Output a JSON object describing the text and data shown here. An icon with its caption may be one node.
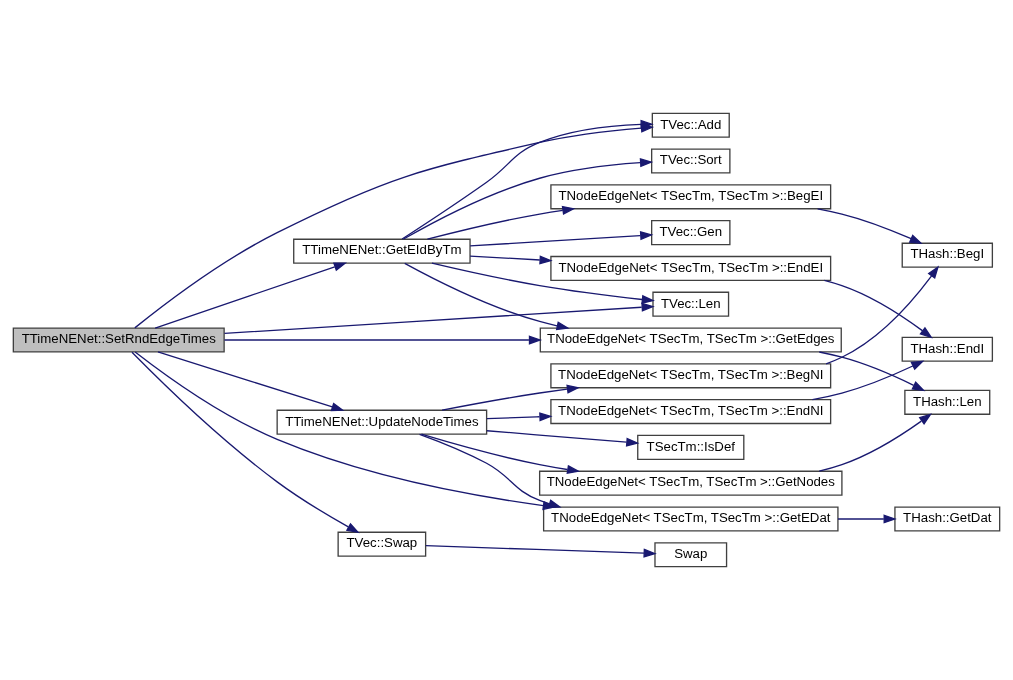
{
  "diagram": {
    "nodes": [
      {
        "text": [
          "TTimeNENet::SetRndEdgeTimes"
        ]
      },
      {
        "text": [
          "TTimeNENet::GetEIdByTm"
        ]
      },
      {
        "text": [
          "TVec::Add"
        ]
      },
      {
        "text": [
          "TNodeEdgeNet< TSecTm, TSecTm >::EndEI"
        ]
      },
      {
        "text": [
          "THash::EndI"
        ]
      },
      {
        "text": [
          "TVec::Gen"
        ]
      },
      {
        "text": [
          "TVec::Sort"
        ]
      },
      {
        "text": [
          "TNodeEdgeNet< TSecTm, TSecTm >::BegEI"
        ]
      },
      {
        "text": [
          "THash::BegI"
        ]
      },
      {
        "text": [
          "TVec::Len"
        ]
      },
      {
        "text": [
          "TNodeEdgeNet< TSecTm, TSecTm >::GetEdges"
        ]
      },
      {
        "text": [
          "THash::Len"
        ]
      },
      {
        "text": [
          "TTimeNENet::UpdateNodeTimes"
        ]
      },
      {
        "text": [
          "TNodeEdgeNet< TSecTm, TSecTm >::EndNI"
        ]
      },
      {
        "text": [
          "TNodeEdgeNet< TSecTm, TSecTm >::BegNI"
        ]
      },
      {
        "text": [
          "TNodeEdgeNet< TSecTm, TSecTm >::GetNodes"
        ]
      },
      {
        "text": [
          "TSecTm::IsDef"
        ]
      },
      {
        "text": [
          "TNodeEdgeNet< TSecTm, TSecTm >::GetEDat"
        ]
      },
      {
        "text": [
          "THash::GetDat"
        ]
      },
      {
        "text": [
          "TVec::Swap"
        ]
      },
      {
        "text": [
          "Swap"
        ]
      }
    ],
    "edges": [
      {
        "from": 0,
        "to": 2,
        "arrow": "to"
      },
      {
        "from": 0,
        "to": 1,
        "arrow": "to"
      },
      {
        "from": 0,
        "to": 9,
        "arrow": "to"
      },
      {
        "from": 0,
        "to": 10,
        "arrow": "to"
      },
      {
        "from": 0,
        "to": 12,
        "arrow": "to"
      },
      {
        "from": 0,
        "to": 17,
        "arrow": "to"
      },
      {
        "from": 0,
        "to": 19,
        "arrow": "to"
      },
      {
        "from": 1,
        "to": 2,
        "arrow": "to"
      },
      {
        "from": 1,
        "to": 3,
        "arrow": "to"
      },
      {
        "from": 1,
        "to": 5,
        "arrow": "to"
      },
      {
        "from": 1,
        "to": 6,
        "arrow": "to"
      },
      {
        "from": 1,
        "to": 7,
        "arrow": "to"
      },
      {
        "from": 1,
        "to": 9,
        "arrow": "to"
      },
      {
        "from": 1,
        "to": 10,
        "arrow": "to"
      },
      {
        "from": 3,
        "to": 4,
        "arrow": "to"
      },
      {
        "from": 7,
        "to": 8,
        "arrow": "to"
      },
      {
        "from": 10,
        "to": 11,
        "arrow": "to"
      },
      {
        "from": 12,
        "to": 13,
        "arrow": "to"
      },
      {
        "from": 12,
        "to": 14,
        "arrow": "to"
      },
      {
        "from": 12,
        "to": 15,
        "arrow": "to"
      },
      {
        "from": 12,
        "to": 16,
        "arrow": "to"
      },
      {
        "from": 12,
        "to": 17,
        "arrow": "to"
      },
      {
        "from": 13,
        "to": 4,
        "arrow": "to"
      },
      {
        "from": 14,
        "to": 8,
        "arrow": "to"
      },
      {
        "from": 15,
        "to": 11,
        "arrow": "to"
      },
      {
        "from": 17,
        "to": 18,
        "arrow": "to"
      },
      {
        "from": 19,
        "to": 20,
        "arrow": "to"
      }
    ]
  }
}
